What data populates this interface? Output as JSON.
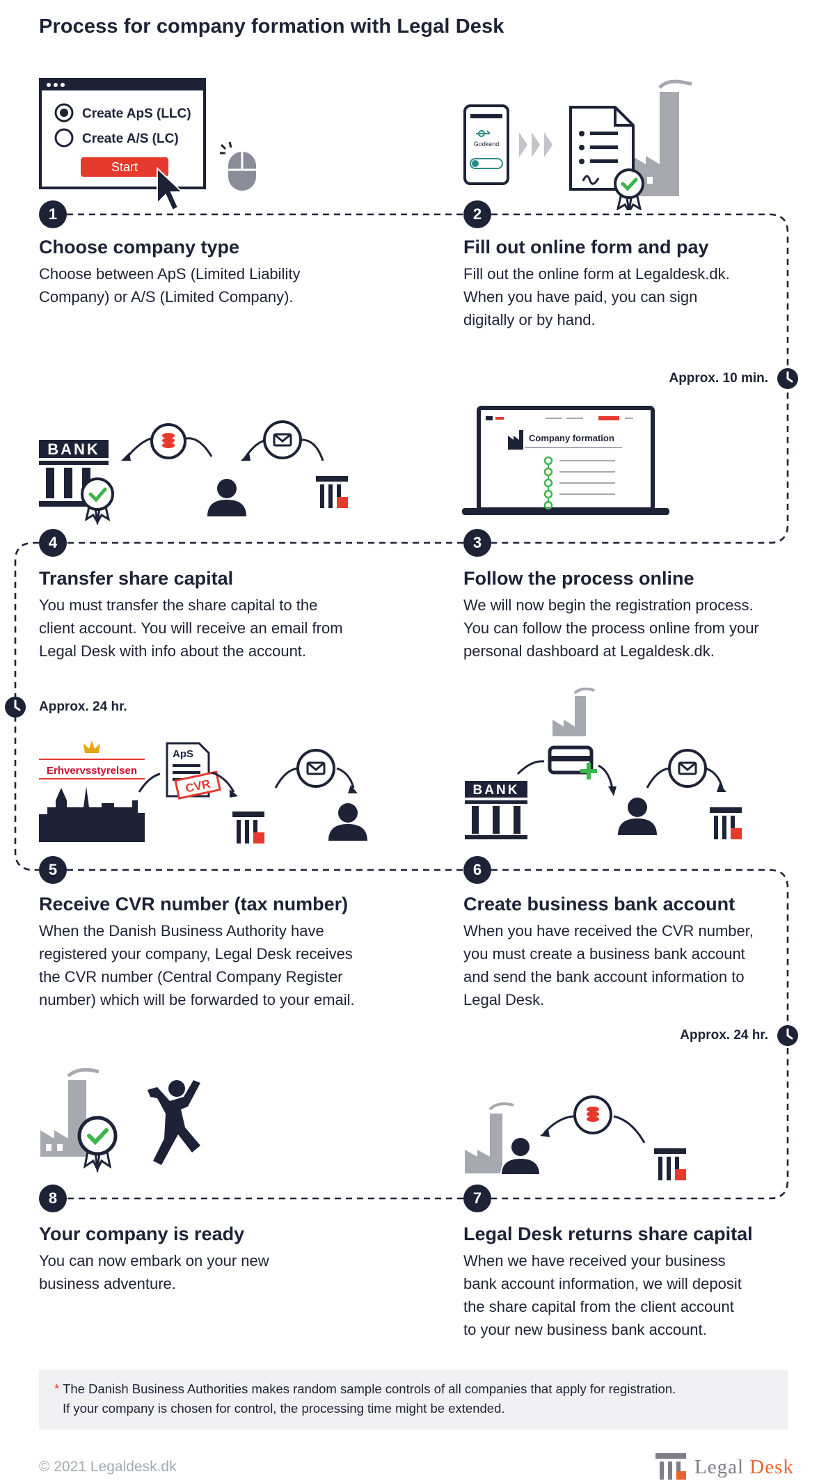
{
  "title": "Process for company formation with Legal Desk",
  "steps": [
    {
      "num": "1",
      "heading": "Choose company type",
      "body": [
        "Choose between ApS (Limited Liability",
        "Company) or A/S (Limited Company)."
      ]
    },
    {
      "num": "2",
      "heading": "Fill out online form and pay",
      "body": [
        "Fill out the online form at Legaldesk.dk.",
        "When you have paid, you can sign",
        "digitally or by hand."
      ]
    },
    {
      "num": "3",
      "heading": "Follow the process online",
      "body": [
        "We will now begin the registration process.",
        "You can follow the process online from your",
        "personal dashboard at Legaldesk.dk."
      ]
    },
    {
      "num": "4",
      "heading": "Transfer share capital",
      "body": [
        "You must transfer the share capital to the",
        "client account. You will receive an email from",
        "Legal Desk with info about the account."
      ]
    },
    {
      "num": "5",
      "heading": "Receive CVR number (tax number)",
      "body": [
        "When the Danish Business Authority have",
        "registered your company, Legal Desk receives",
        "the CVR number (Central Company Register",
        "number) which will be forwarded to your email."
      ]
    },
    {
      "num": "6",
      "heading": "Create business bank account",
      "body": [
        "When you have received the CVR number,",
        "you must create a business bank account",
        "and send the bank account information to",
        "Legal Desk."
      ]
    },
    {
      "num": "7",
      "heading": "Legal Desk returns share capital",
      "body": [
        "When we have received your business",
        "bank account information, we will deposit",
        "the share capital from the client account",
        "to your new business bank account."
      ]
    },
    {
      "num": "8",
      "heading": "Your company is ready",
      "body": [
        "You can now embark on your new",
        "business adventure."
      ]
    }
  ],
  "times": {
    "t1": "Approx. 10 min.",
    "t2": "Approx. 24 hr.",
    "t3": "Approx. 24 hr."
  },
  "illustrations": {
    "form_option_1": "Create ApS (LLC)",
    "form_option_2": "Create A/S (LC)",
    "form_start": "Start",
    "phone_label": "Godkend",
    "dashboard_label": "Company formation",
    "bank_label": "BANK",
    "authority_label": "Erhvervsstyrelsen",
    "doc_aps": "ApS",
    "doc_cvr": "CVR"
  },
  "footnote": {
    "star": "*",
    "line1": "The Danish Business Authorities makes random sample controls of all companies that apply for registration.",
    "line2": "If your company is chosen for control, the processing time might be extended."
  },
  "footer": {
    "copyright": "© 2021 Legaldesk.dk",
    "brand_legal": "Legal",
    "brand_desk": "Desk"
  },
  "colors": {
    "navy": "#1d2236",
    "accent_red": "#e63a2e",
    "check_green": "#3db54a",
    "gray": "#a7a9b1"
  }
}
